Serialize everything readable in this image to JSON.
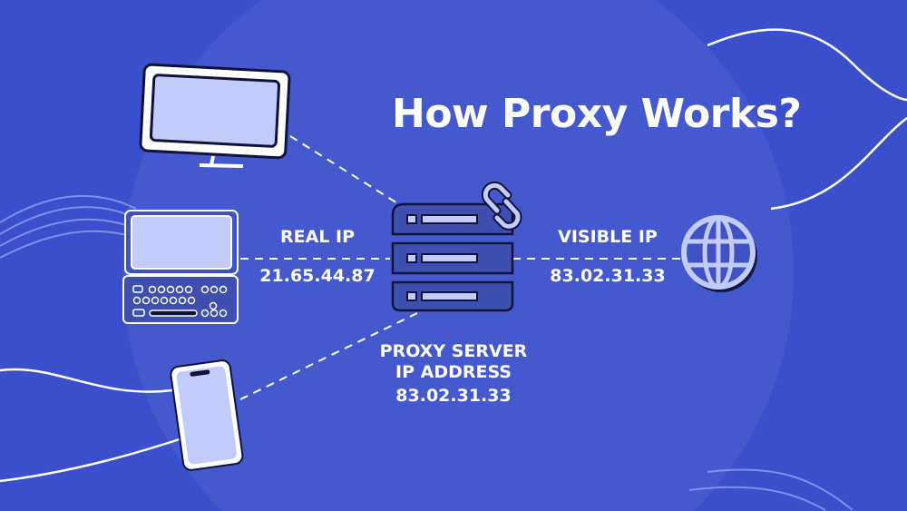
{
  "title": "How Proxy Works?",
  "real_ip": {
    "label": "REAL IP",
    "value": "21.65.44.87"
  },
  "visible_ip": {
    "label": "VISIBLE IP",
    "value": "83.02.31.33"
  },
  "proxy": {
    "label_line1": "PROXY SERVER",
    "label_line2": "IP ADDRESS",
    "value": "83.02.31.33"
  },
  "colors": {
    "background": "#3a4fcb",
    "device_fill": "#c3cbfb",
    "server_fill": "#3f4fb0",
    "line": "#ffffff"
  }
}
